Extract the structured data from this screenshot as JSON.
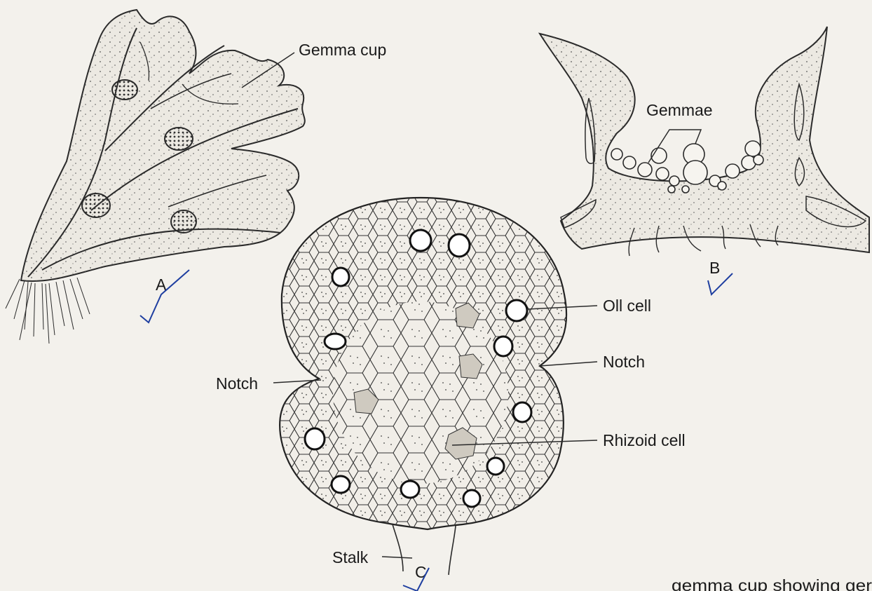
{
  "figure": {
    "panel_labels": {
      "a": "A",
      "b": "B",
      "c": "C"
    },
    "labels": {
      "gemma_cup": "Gemma cup",
      "gemmae": "Gemmae",
      "oil_cell": "Oll cell",
      "notch_right": "Notch",
      "notch_left": "Notch",
      "rhizoid_cell": "Rhizoid cell",
      "stalk": "Stalk"
    },
    "caption_fragment": "gemma cup showing ger"
  },
  "colors": {
    "paper": "#f3f1ec",
    "ink": "#2a2a2a",
    "tick_mark": "#1f3fa0"
  }
}
